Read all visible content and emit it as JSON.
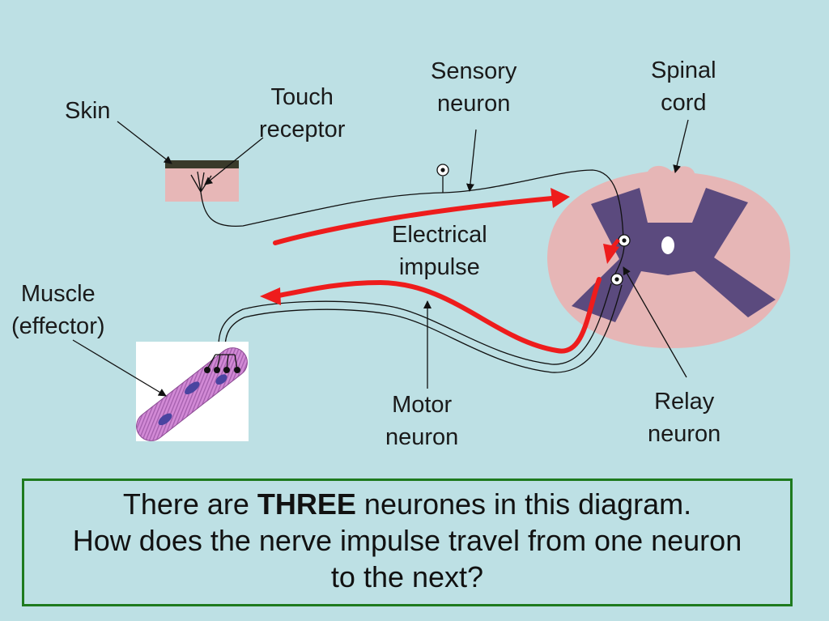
{
  "labels": {
    "skin": "Skin",
    "touch_receptor": [
      "Touch",
      "receptor"
    ],
    "sensory_neuron": [
      "Sensory",
      "neuron"
    ],
    "spinal_cord": [
      "Spinal",
      "cord"
    ],
    "electrical_impulse": [
      "Electrical",
      "impulse"
    ],
    "muscle": [
      "Muscle",
      "(effector)"
    ],
    "motor_neuron": [
      "Motor",
      "neuron"
    ],
    "relay_neuron": [
      "Relay",
      "neuron"
    ]
  },
  "question": {
    "line1_pre": "There are ",
    "line1_bold": "THREE",
    "line1_post": " neurones in this diagram.",
    "line2": "How does the nerve impulse travel from one neuron",
    "line3": "to the next?"
  },
  "colors": {
    "background": "#bde0e4",
    "spinal_white_matter": "#e6b6b6",
    "grey_matter": "#5b4a7e",
    "skin": "#e7b7b7",
    "impulse_arrow": "#ee1c1c",
    "muscle": "#d28ad6",
    "box_border": "#1e7a1e"
  }
}
